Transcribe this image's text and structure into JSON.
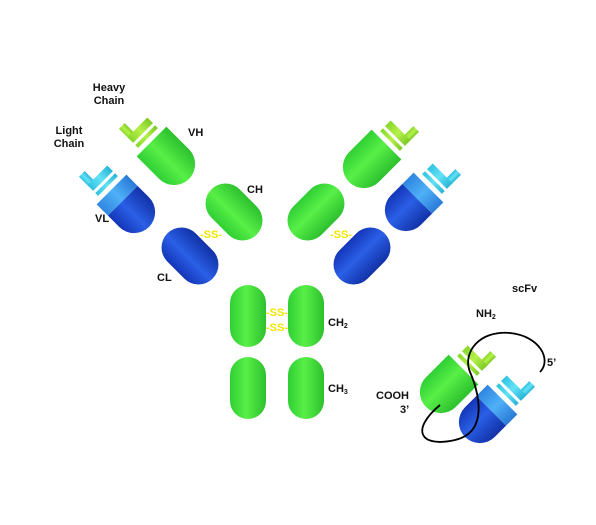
{
  "labels": {
    "heavy_chain_line1": "Heavy",
    "heavy_chain_line2": "Chain",
    "light_chain_line1": "Light",
    "light_chain_line2": "Chain",
    "vh": "VH",
    "vl": "VL",
    "ch": "CH",
    "cl": "CL",
    "ch2_base": "CH",
    "ch2_sub": "2",
    "ch3_base": "CH",
    "ch3_sub": "3",
    "disulfide": "-SS-",
    "scfv": "scFv",
    "nh2_base": "NH",
    "nh2_sub": "2",
    "cooh": "COOH",
    "three_prime": "3’",
    "five_prime": "5’"
  },
  "colors": {
    "heavy_variable_light": "#a8e83a",
    "heavy_variable": "#5fe04a",
    "heavy_constant": "#3fdc3f",
    "light_variable_tip": "#45d4ec",
    "light_variable": "#3a9cf2",
    "light_constant": "#1e4ed6",
    "disulfide": "#f2e600",
    "linker": "#000000"
  }
}
